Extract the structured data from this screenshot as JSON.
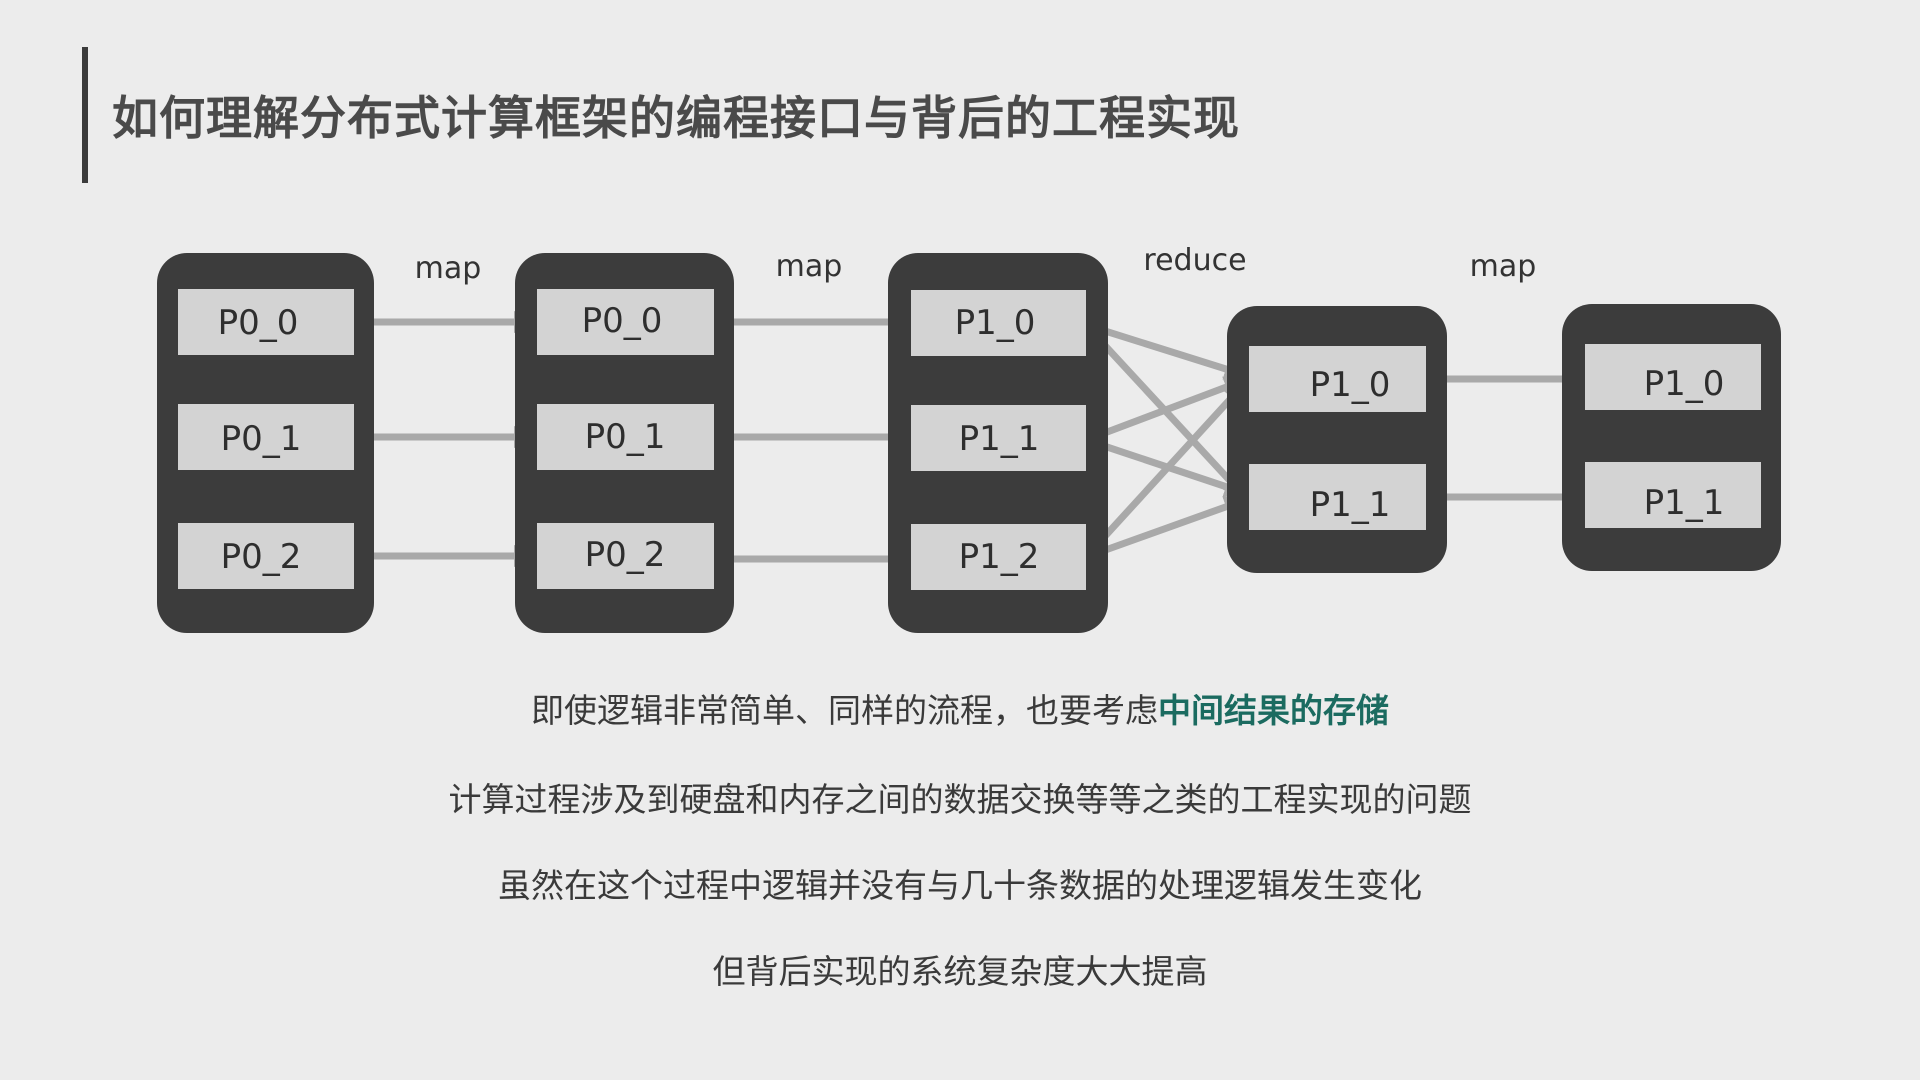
{
  "title": "如何理解分布式计算框架的编程接口与背后的工程实现",
  "diagram": {
    "steps": [
      "map",
      "map",
      "reduce",
      "map"
    ],
    "stages": [
      {
        "partitions": [
          "P0_0",
          "P0_1",
          "P0_2"
        ]
      },
      {
        "partitions": [
          "P0_0",
          "P0_1",
          "P0_2"
        ]
      },
      {
        "partitions": [
          "P1_0",
          "P1_1",
          "P1_2"
        ]
      },
      {
        "partitions": [
          "P1_0",
          "P1_1"
        ]
      },
      {
        "partitions": [
          "P1_0",
          "P1_1"
        ]
      }
    ],
    "colors": {
      "stage_box": "#3c3c3c",
      "partition_box": "#d3d3d3",
      "arrow": "#a9a9a9"
    }
  },
  "captions": {
    "line1_prefix": "即使逻辑非常简单、同样的流程，也要考虑",
    "line1_highlight": "中间结果的存储",
    "line2": "计算过程涉及到硬盘和内存之间的数据交换等等之类的工程实现的问题",
    "line3": "虽然在这个过程中逻辑并没有与几十条数据的处理逻辑发生变化",
    "line4": "但背后实现的系统复杂度大大提高"
  },
  "highlight_color": "#1b6b60"
}
